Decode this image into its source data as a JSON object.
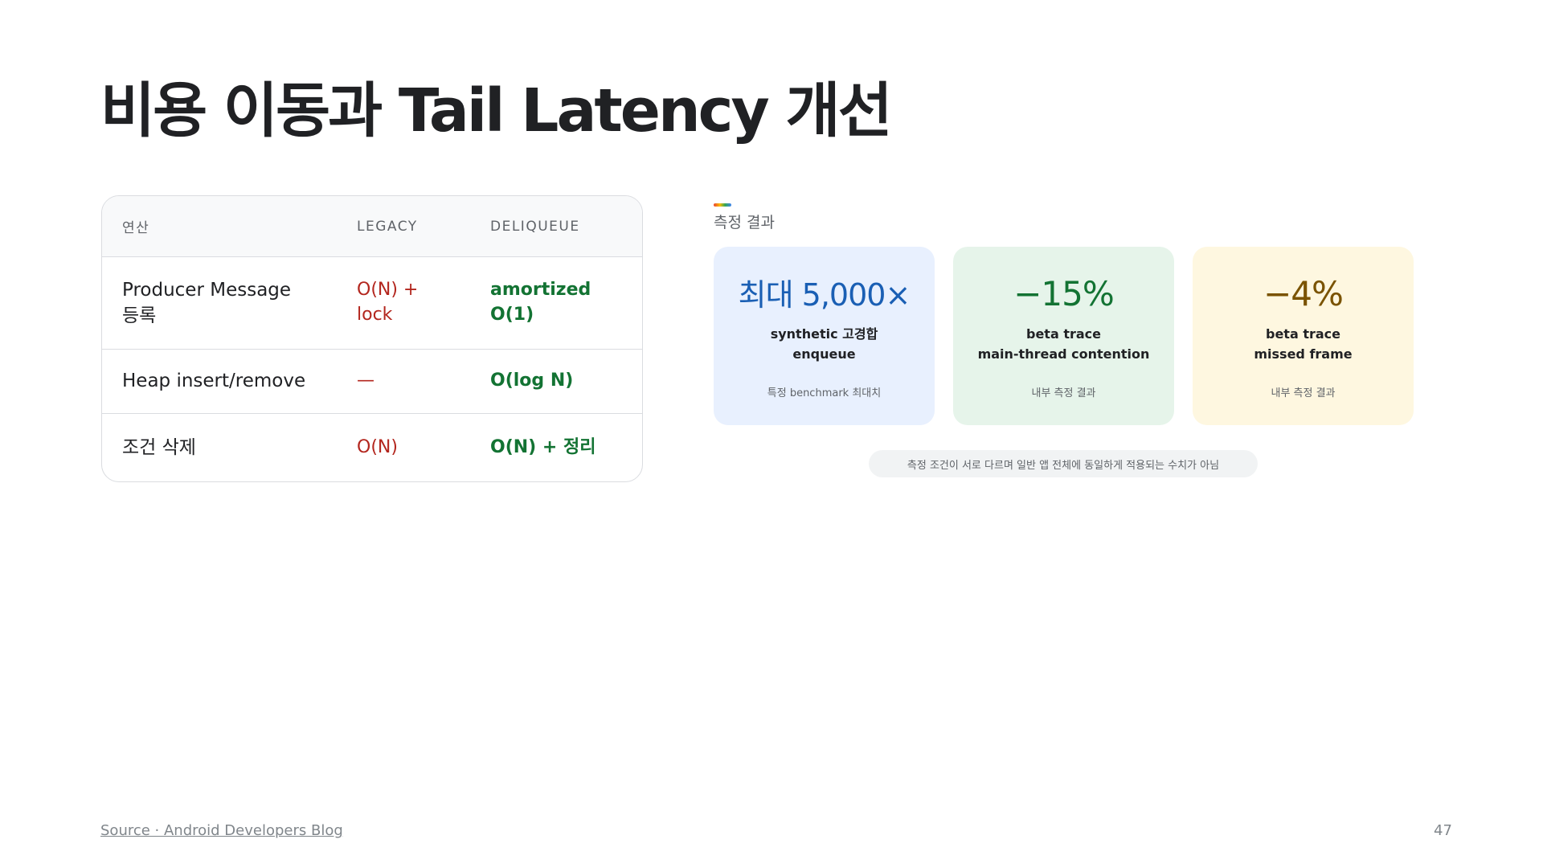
{
  "title": "비용 이동과 Tail Latency 개선",
  "table": {
    "headers": [
      "연산",
      "LEGACY",
      "DELIQUEUE"
    ],
    "rows": [
      {
        "operation": [
          "Producer Message",
          "등록"
        ],
        "legacy": [
          "O(N) +",
          "lock"
        ],
        "deliqueue": [
          "amortized",
          "O(1)"
        ]
      },
      {
        "operation": [
          "Heap insert/remove"
        ],
        "legacy": [
          "—"
        ],
        "deliqueue": [
          "O(log N)"
        ]
      },
      {
        "operation": [
          "조건 삭제"
        ],
        "legacy": [
          "O(N)"
        ],
        "deliqueue": [
          "O(N) + 정리"
        ]
      }
    ]
  },
  "results": {
    "label": "측정 결과",
    "cards": [
      {
        "value": "최대 5,000×",
        "desc": [
          "synthetic 고경합",
          "enqueue"
        ],
        "note": "특정 benchmark 최대치",
        "color": "#1a5fb4"
      },
      {
        "value": "−15%",
        "desc": [
          "beta trace",
          "main-thread contention"
        ],
        "note": "내부 측정 결과",
        "color": "#137333"
      },
      {
        "value": "−4%",
        "desc": [
          "beta trace",
          "missed frame"
        ],
        "note": "내부 측정 결과",
        "color": "#7a5300"
      }
    ],
    "footnote": "측정 조건이 서로 다르며 일반 앱 전체에 동일하게 적용되는 수치가 아님"
  },
  "footer": {
    "source": "Source · Android Developers Blog",
    "page_number": "47"
  }
}
